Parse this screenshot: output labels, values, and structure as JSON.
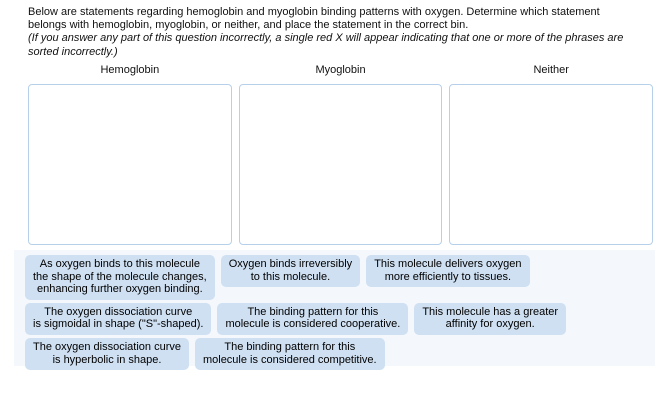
{
  "instructions": {
    "paragraph": "Below are statements regarding hemoglobin and myoglobin binding patterns with oxygen. Determine which statement belongs with hemoglobin, myoglobin, or neither, and place the statement in the correct bin.",
    "note": "(If you answer any part of this question incorrectly, a single red X will appear indicating that one or more of the phrases are sorted incorrectly.)"
  },
  "bins": [
    {
      "label": "Hemoglobin",
      "items": []
    },
    {
      "label": "Myoglobin",
      "items": []
    },
    {
      "label": "Neither",
      "items": []
    }
  ],
  "tray": {
    "rows": [
      [
        {
          "text": "As oxygen binds to this molecule\nthe shape of the molecule changes,\nenhancing further oxygen binding."
        },
        {
          "text": "Oxygen binds irreversibly\nto this molecule."
        },
        {
          "text": "This molecule delivers oxygen\nmore efficiently to tissues."
        }
      ],
      [
        {
          "text": "The oxygen dissociation curve\nis sigmoidal in shape (\"S\"-shaped)."
        },
        {
          "text": "The binding pattern for this\nmolecule is considered cooperative."
        },
        {
          "text": "This molecule has a greater\naffinity for oxygen."
        }
      ],
      [
        {
          "text": "The oxygen dissociation curve\nis hyperbolic in shape."
        },
        {
          "text": "The binding pattern for this\nmolecule is considered competitive."
        }
      ]
    ]
  },
  "colors": {
    "tile_fill": "#cfe0f2",
    "bin_border": "#b6d0ea",
    "tray_background": "#f4f8fc",
    "page_background": "#ffffff"
  }
}
